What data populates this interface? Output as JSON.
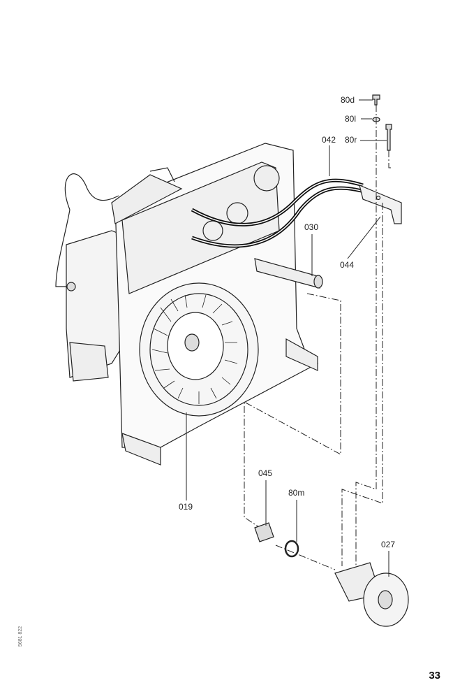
{
  "labels": {
    "l80d": "80d",
    "l80l": "80l",
    "l80r": "80r",
    "l042": "042",
    "l030": "030",
    "l044": "044",
    "l019": "019",
    "l045": "045",
    "l80m": "80m",
    "l027": "027"
  },
  "page_number": "33",
  "doc_number": "5681 822"
}
